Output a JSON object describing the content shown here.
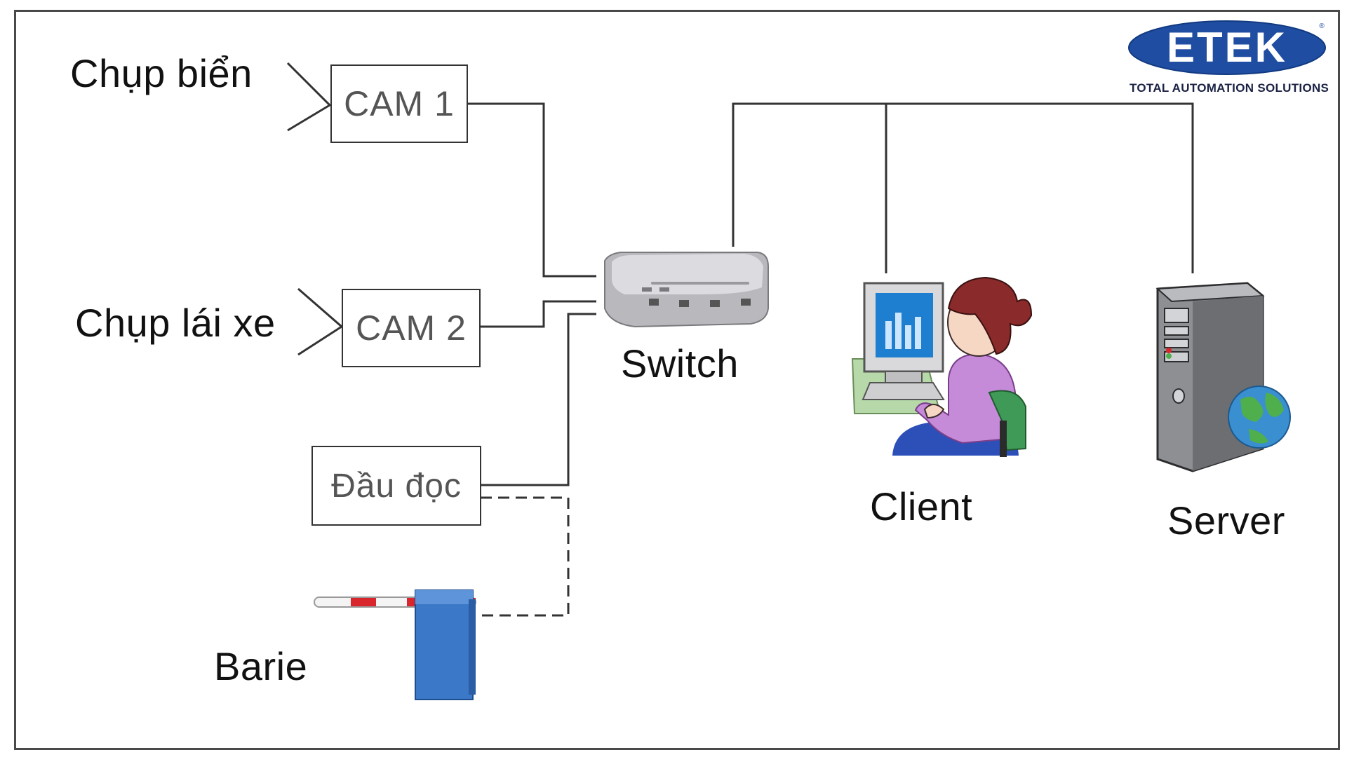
{
  "brand": {
    "name": "ETEK",
    "tagline": "TOTAL AUTOMATION SOLUTIONS",
    "registered_mark": "®",
    "color": "#1f4da1"
  },
  "nodes": {
    "cam1": {
      "caption": "Chụp biển",
      "label": "CAM 1"
    },
    "cam2": {
      "caption": "Chụp lái xe",
      "label": "CAM 2"
    },
    "reader": {
      "label": "Đầu đọc"
    },
    "barrier": {
      "label": "Barie"
    },
    "switch": {
      "label": "Switch"
    },
    "client": {
      "label": "Client"
    },
    "server": {
      "label": "Server"
    }
  },
  "colors": {
    "line": "#333333",
    "barrier_blue": "#3b78c8",
    "barrier_red": "#d9262c",
    "client_shirt": "#c58ad8",
    "client_hair": "#8a2a2a",
    "client_chair": "#3f9a57",
    "server_body": "#8d8f93",
    "globe_blue": "#3a8fd0",
    "globe_green": "#4faf4d"
  }
}
